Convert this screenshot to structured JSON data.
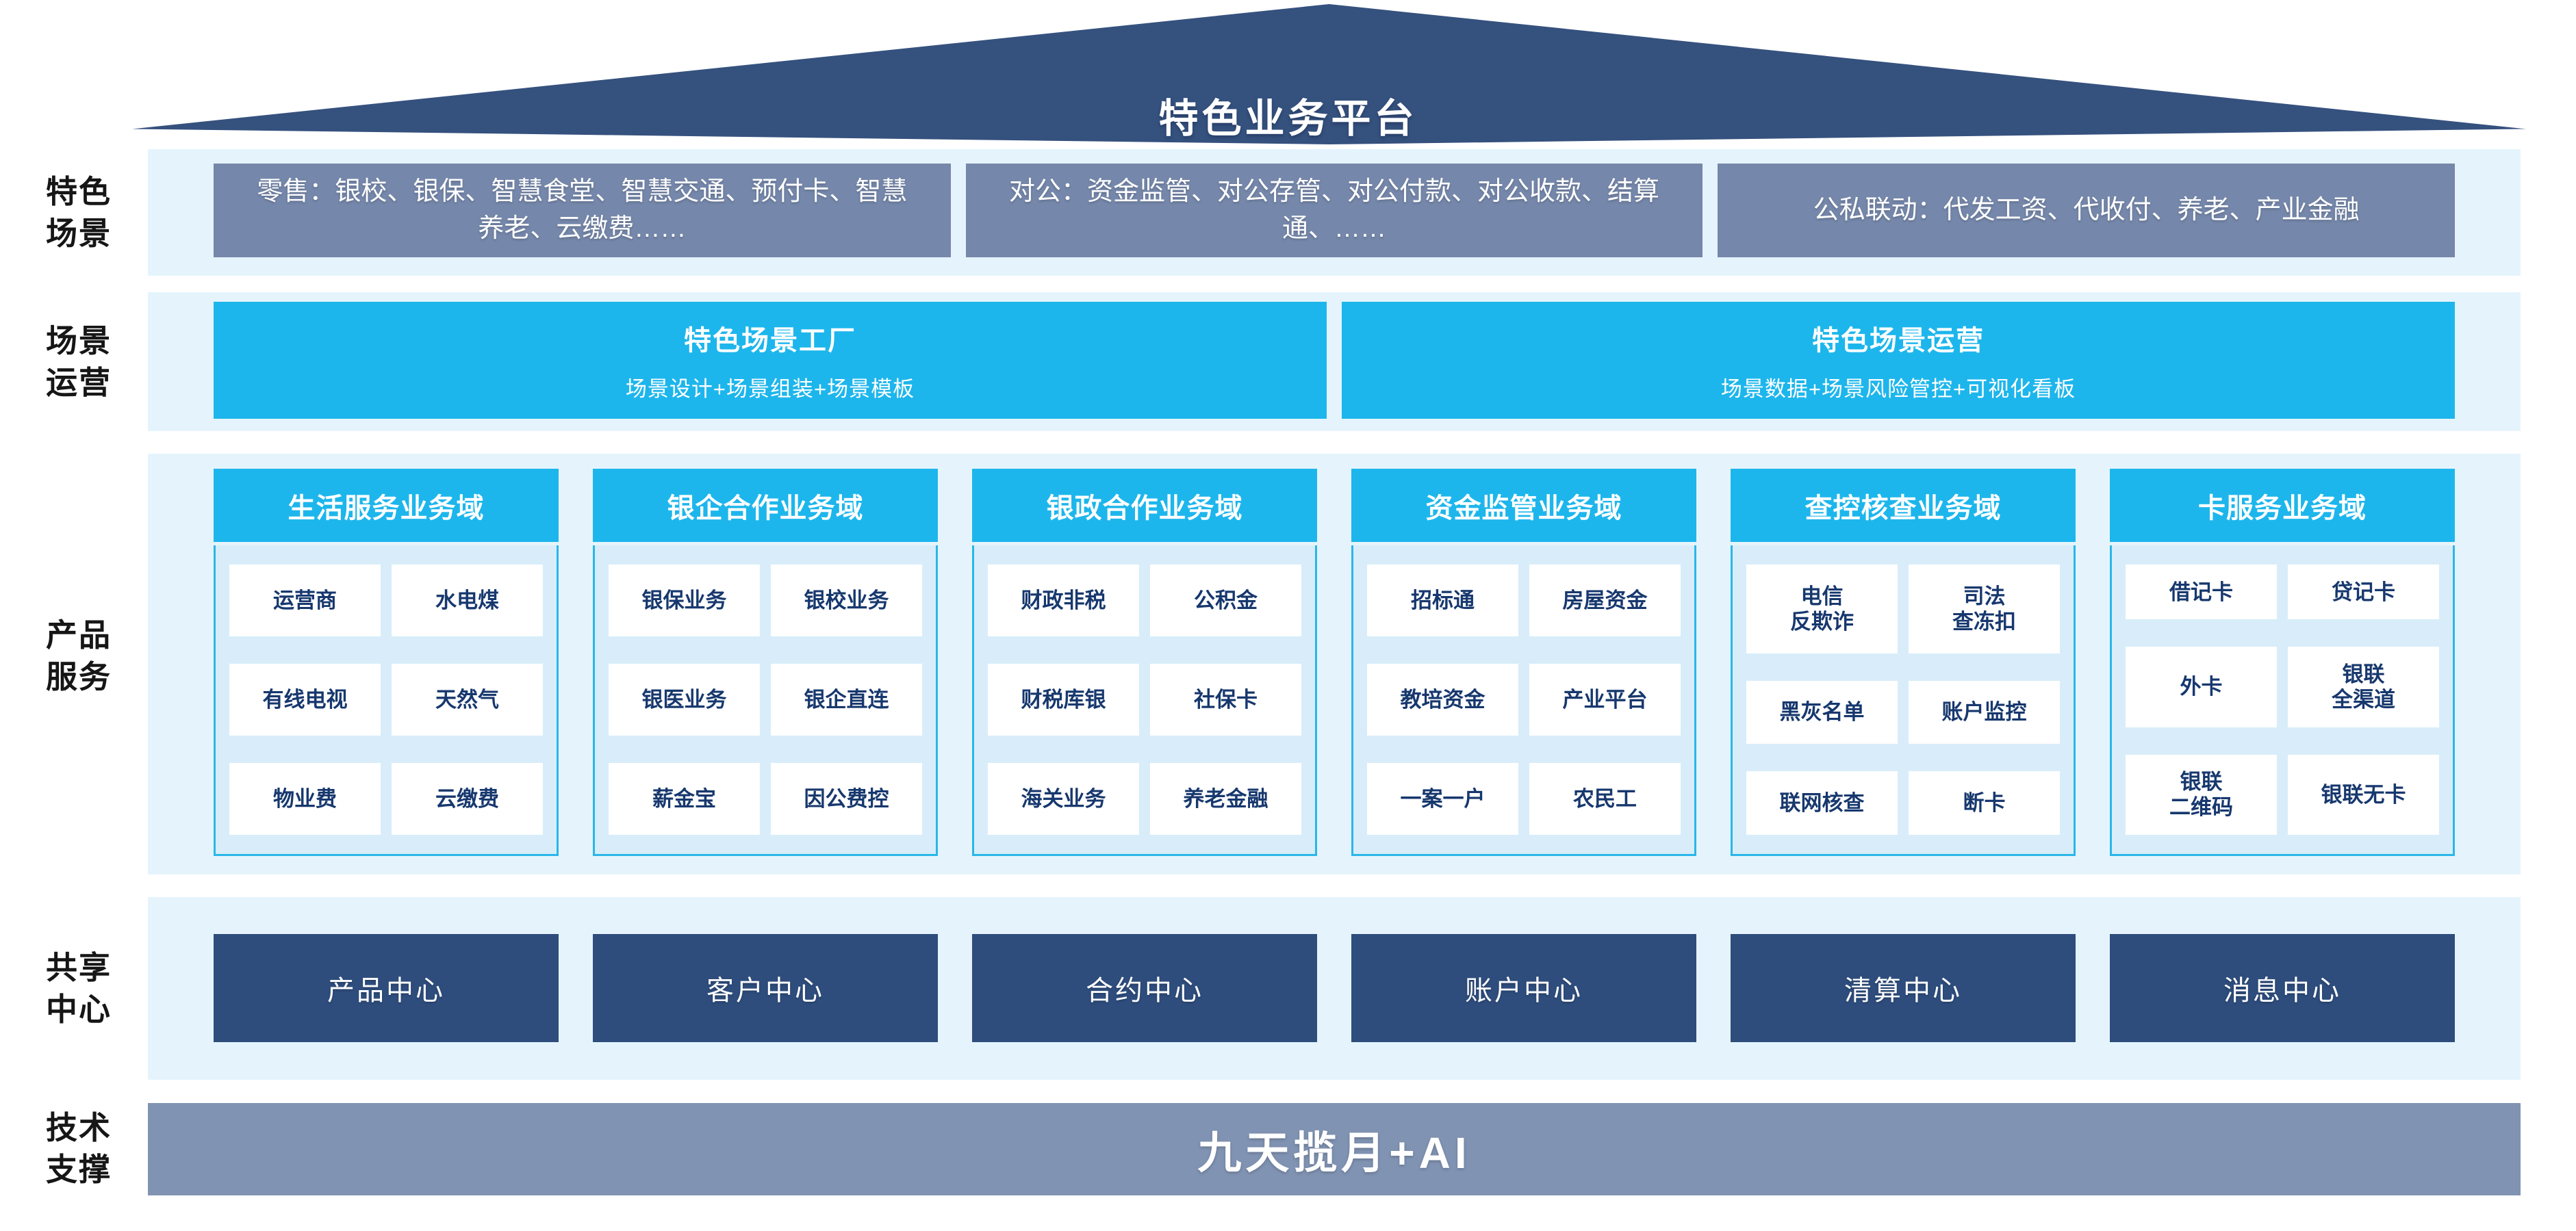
{
  "platform": {
    "title": "特色业务平台"
  },
  "rows": {
    "scenarios": {
      "label": "特色\n场景",
      "boxes": [
        "零售：银校、银保、智慧食堂、智慧交通、预付卡、智慧养老、云缴费……",
        "对公：资金监管、对公存管、对公付款、对公收款、结算通、……",
        "公私联动：代发工资、代收付、养老、产业金融"
      ]
    },
    "operations": {
      "label": "场景\n运营",
      "boxes": [
        {
          "title": "特色场景工厂",
          "subtitle": "场景设计+场景组装+场景模板"
        },
        {
          "title": "特色场景运营",
          "subtitle": "场景数据+场景风险管控+可视化看板"
        }
      ]
    },
    "products": {
      "label": "产品\n服务",
      "domains": [
        {
          "header": "生活服务业务域",
          "cells": [
            "运营商",
            "水电煤",
            "有线电视",
            "天然气",
            "物业费",
            "云缴费"
          ]
        },
        {
          "header": "银企合作业务域",
          "cells": [
            "银保业务",
            "银校业务",
            "银医业务",
            "银企直连",
            "薪金宝",
            "因公费控"
          ]
        },
        {
          "header": "银政合作业务域",
          "cells": [
            "财政非税",
            "公积金",
            "财税库银",
            "社保卡",
            "海关业务",
            "养老金融"
          ]
        },
        {
          "header": "资金监管业务域",
          "cells": [
            "招标通",
            "房屋资金",
            "教培资金",
            "产业平台",
            "一案一户",
            "农民工"
          ]
        },
        {
          "header": "查控核查业务域",
          "cells": [
            "电信\n反欺诈",
            "司法\n查冻扣",
            "黑灰名单",
            "账户监控",
            "联网核查",
            "断卡"
          ]
        },
        {
          "header": "卡服务业务域",
          "cells": [
            "借记卡",
            "贷记卡",
            "外卡",
            "银联\n全渠道",
            "银联\n二维码",
            "银联无卡"
          ]
        }
      ]
    },
    "shared": {
      "label": "共享\n中心",
      "centers": [
        "产品中心",
        "客户中心",
        "合约中心",
        "账户中心",
        "清算中心",
        "消息中心"
      ]
    },
    "tech": {
      "label": "技术\n支撑",
      "bar": "九天揽月+AI"
    }
  },
  "colors": {
    "roof_navy": "#35517e",
    "center_navy": "#2e4d7d",
    "steel_blue": "#7587aa",
    "tech_bar_blue": "#8093b3",
    "cyan": "#1db6ec",
    "band_light_blue": "#e5f4fc",
    "panel_light_blue": "#d8edf9",
    "cell_text_navy": "#17386e"
  }
}
